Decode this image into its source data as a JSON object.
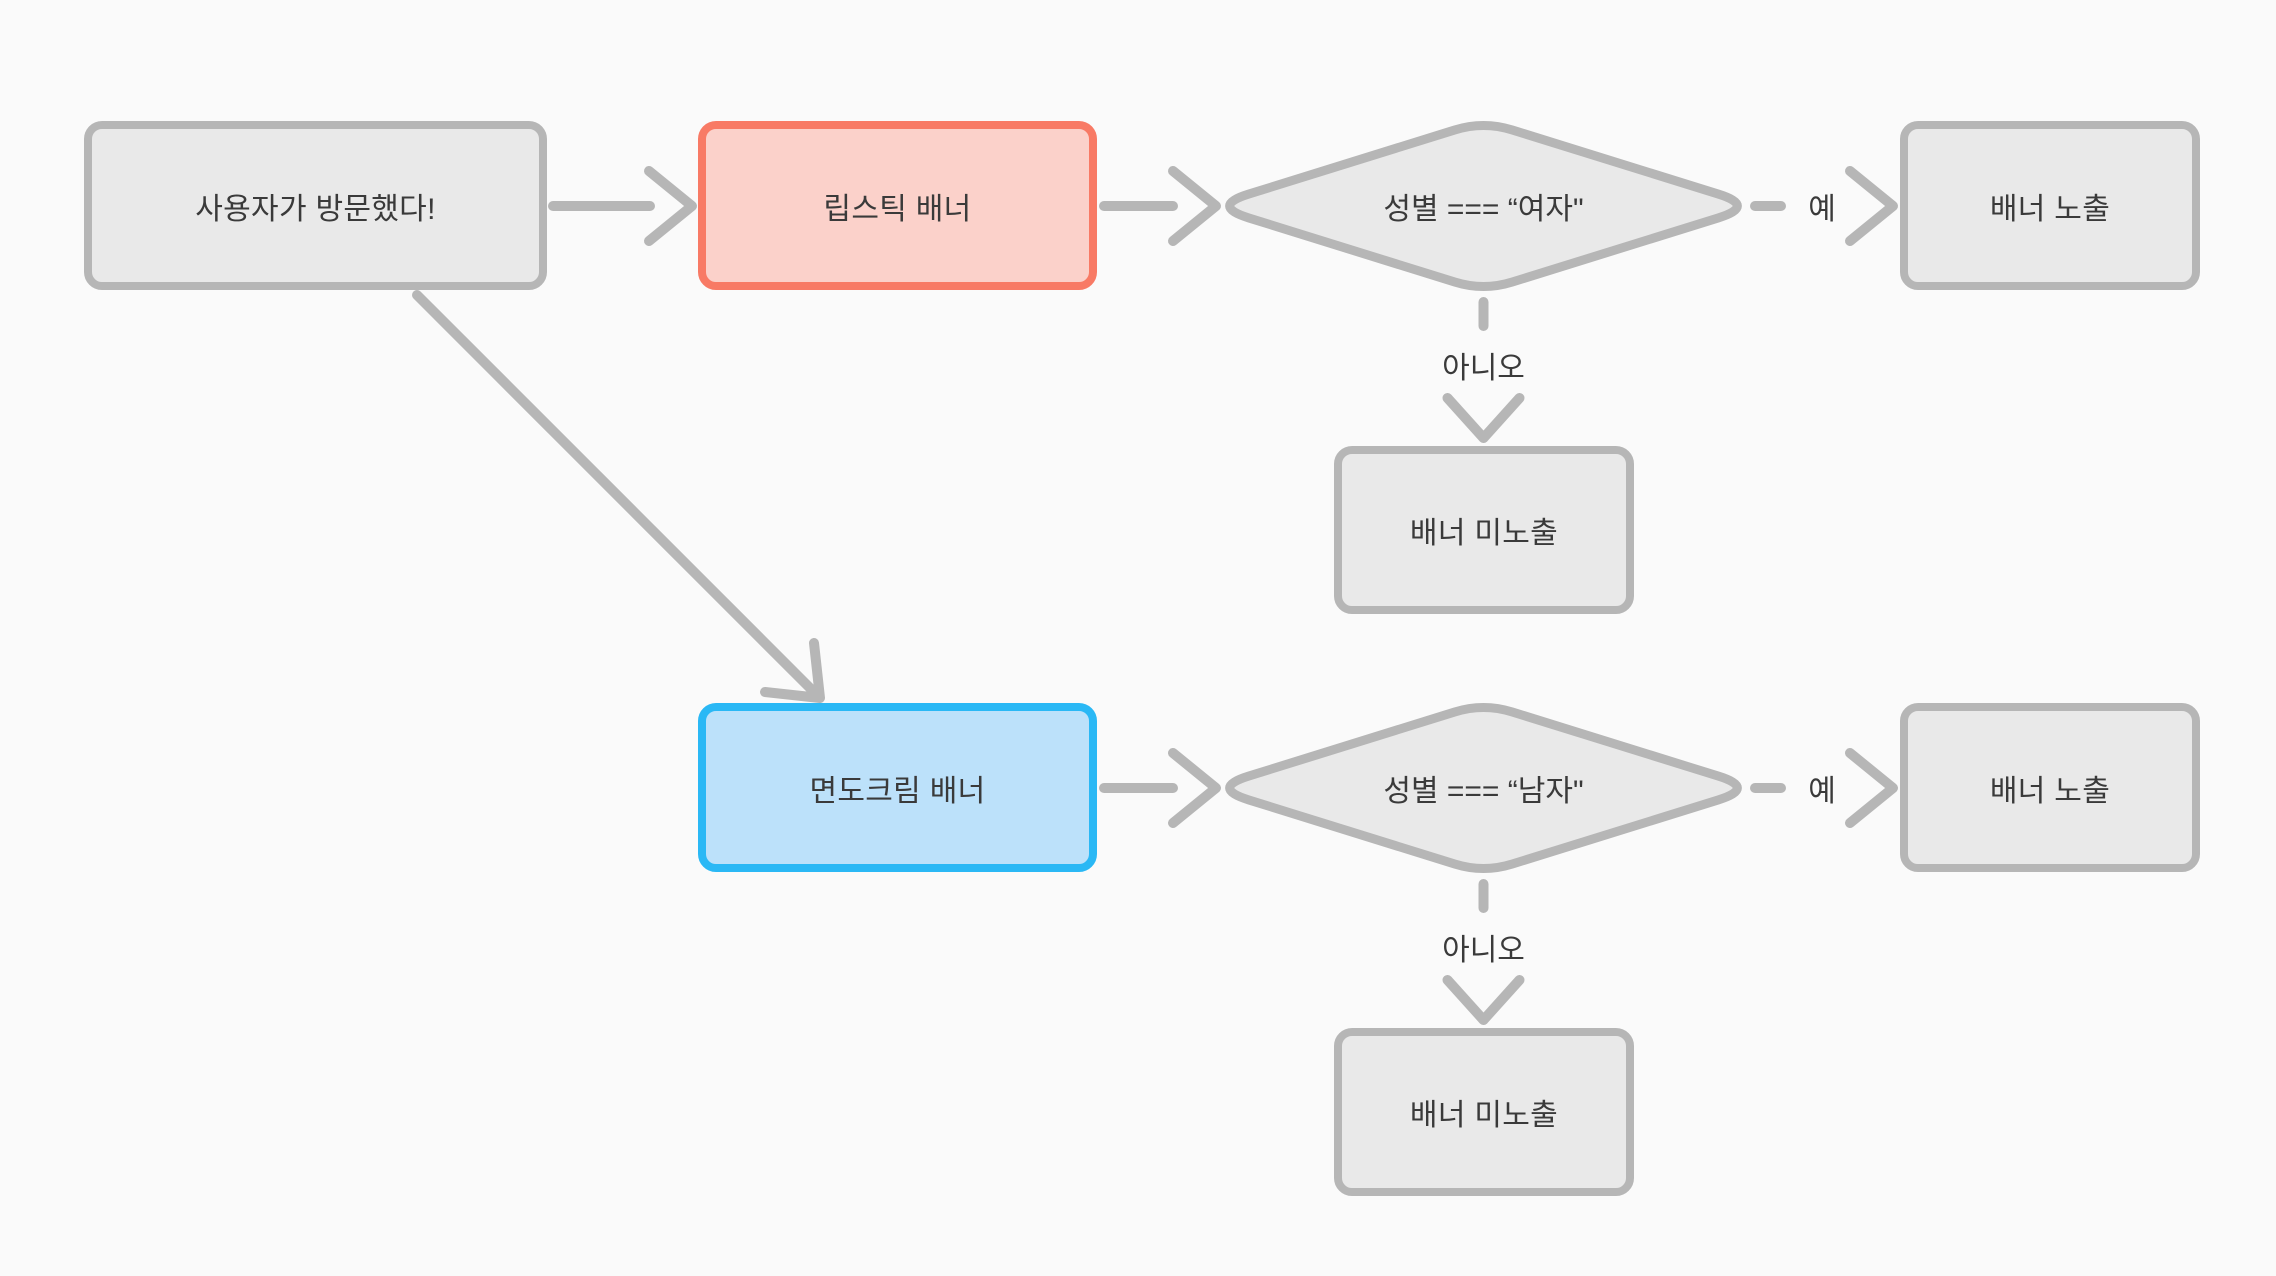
{
  "diagram": {
    "background": "#FAFAFA",
    "colors": {
      "node_gray_fill": "#E9E9E9",
      "node_gray_border": "#B6B6B6",
      "lipstick_fill": "#FBD1CA",
      "lipstick_border": "#F87A65",
      "shaving_fill": "#BCE1FA",
      "shaving_border": "#2AB8F5",
      "edge_color": "#B6B6B6",
      "text_color": "#3A3A3A"
    },
    "nodes": {
      "start": {
        "label": "사용자가 방문했다!"
      },
      "lipstick": {
        "label": "립스틱 배너"
      },
      "decision_female": {
        "label": "성별 === “여자\""
      },
      "show_female": {
        "label": "배너 노출"
      },
      "hide_female": {
        "label": "배너 미노출"
      },
      "shaving": {
        "label": "면도크림 배너"
      },
      "decision_male": {
        "label": "성별 === “남자\""
      },
      "show_male": {
        "label": "배너 노출"
      },
      "hide_male": {
        "label": "배너 미노출"
      }
    },
    "edge_labels": {
      "yes_female": "예",
      "no_female": "아니오",
      "yes_male": "예",
      "no_male": "아니오"
    }
  }
}
